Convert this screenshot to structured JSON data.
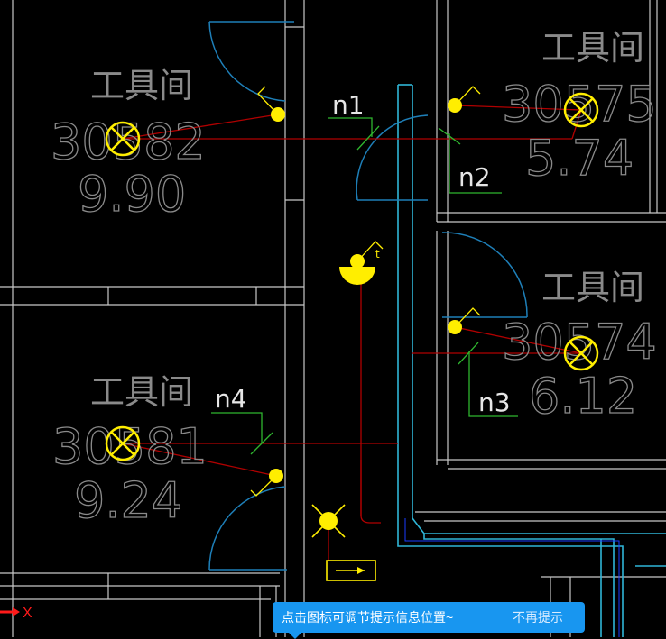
{
  "rooms": [
    {
      "name": "工具间",
      "number": "30582",
      "area": "9.90"
    },
    {
      "name": "工具间",
      "number": "30575",
      "area": "5.74"
    },
    {
      "name": "工具间",
      "number": "30574",
      "area": "6.12"
    },
    {
      "name": "工具间",
      "number": "30581",
      "area": "9.24"
    }
  ],
  "circuit_tags": {
    "n1": "n1",
    "n2": "n2",
    "n3": "n3",
    "n4": "n4"
  },
  "switch_mark": "t",
  "axis_label": "X",
  "tip": {
    "message": "点击图标可调节提示信息位置~",
    "dismiss": "不再提示"
  },
  "colors": {
    "wall": "#d0d0d0",
    "door": "#1e7fb8",
    "duct": "#2fb6d8",
    "wire": "#b00000",
    "fixture": "#ffee00",
    "tag_leader": "#2fb62f",
    "tip_bg": "#1896f0"
  },
  "icons": {
    "ceiling_light": "circle-cross-icon",
    "switch": "yellow-dot-icon",
    "emergency_light": "half-dome-icon",
    "exit_sign": "arrow-box-icon"
  }
}
